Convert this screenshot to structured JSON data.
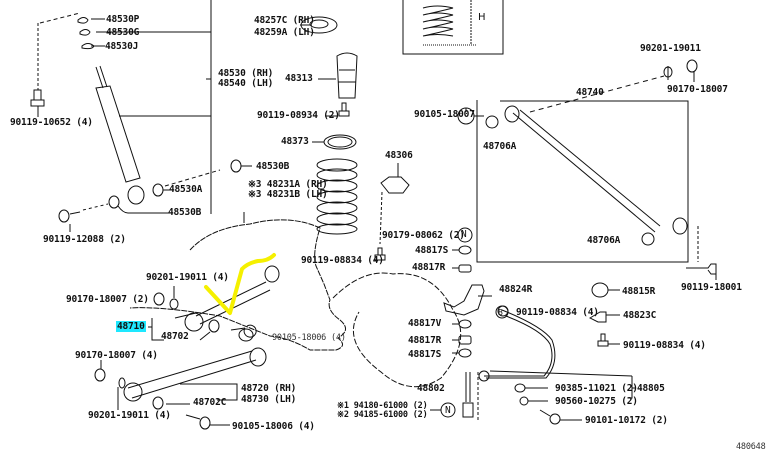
{
  "diagram": {
    "title": "Rear suspension parts diagram",
    "figure_code": "480648",
    "spring_inset_label": "H",
    "highlight_color": "#1ee8ff",
    "annotation_color": "#f5f000",
    "highlighted_part": "48710",
    "labels": {
      "p48530P": "48530P",
      "p48530G": "48530G",
      "p48530J": "48530J",
      "p48530": "48530 (RH)",
      "p48540": "48540 (LH)",
      "p48257C": "48257C (RH)",
      "p48259A": "48259A (LH)",
      "p48313": "48313",
      "b9011908934_2": "90119-08934 (2)",
      "p48373": "48373",
      "b9011910652": "90119-10652 (4)",
      "p48530B": "48530B",
      "p48530A": "48530A",
      "p48530B2": "48530B",
      "p48231A": "※3 48231A (RH)",
      "p48231B": "※3 48231B (LH)",
      "b9011912088": "90119-12088 (2)",
      "p48306": "48306",
      "b9010518007": "90105-18007",
      "p48740": "48740",
      "p48706A_top": "48706A",
      "b9020119011_top": "90201-19011",
      "b9017018007_top": "90170-18007",
      "b9017908062": "90179-08062 (2)",
      "n_mark": "N",
      "p48817S_top": "48817S",
      "p48817R_top": "48817R",
      "p48706A": "48706A",
      "b9011918001": "90119-18001",
      "b9011908834_4a": "90119-08834 (4)",
      "b9020119011_4": "90201-19011 (4)",
      "b9017018007_2": "90170-18007 (2)",
      "p48710": "48710",
      "p48702": "48702",
      "b9010518006_mid": "90105-18006 (4)",
      "p48824R": "48824R",
      "p48815R": "48815R",
      "b9011908834_4b": "90119-08834 (4)",
      "b_mark": "B",
      "p48823C": "48823C",
      "b9011908834_4c": "90119-08834 (4)",
      "p48817V": "48817V",
      "p48817R": "48817R",
      "p48817S": "48817S",
      "b9017018007_4": "90170-18007 (4)",
      "p48720": "48720 (RH)",
      "p48730": "48730 (LH)",
      "p48702C": "48702C",
      "b9020119011_4b": "90201-19011 (4)",
      "b9010518006": "90105-18006 (4)",
      "p48802": "48802",
      "n1": "※1 94180-61000 (2)",
      "n2": "※2 94185-61000 (2)",
      "n_mark2": "N",
      "b9038511021": "90385-11021 (2)",
      "b9056010275": "90560-10275 (2)",
      "p48805": "48805",
      "b9010110172": "90101-10172 (2)"
    }
  }
}
